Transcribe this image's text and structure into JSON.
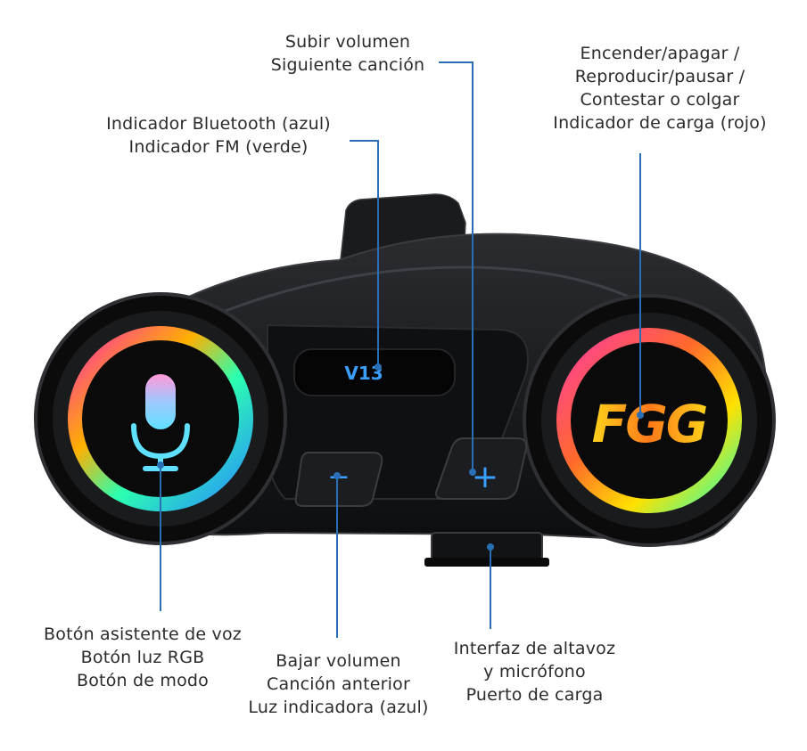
{
  "annotations": {
    "volume_up": [
      "Subir volumen",
      "Siguiente canción"
    ],
    "power": [
      "Encender/apagar /",
      "Reproducir/pausar /",
      "Contestar o colgar",
      "Indicador de carga (rojo)"
    ],
    "indicator": [
      "Indicador Bluetooth (azul)",
      "Indicador FM (verde)"
    ],
    "voice": [
      "Botón asistente de voz",
      "Botón luz RGB",
      "Botón de modo"
    ],
    "volume_down": [
      "Bajar volumen",
      "Canción anterior",
      "Luz indicadora (azul)"
    ],
    "speaker_port": [
      "Interfaz de altavoz",
      "y micrófono",
      "Puerto de carga"
    ]
  },
  "device": {
    "model_label": "V13",
    "logo_text": "FGG",
    "minus_symbol": "−",
    "plus_symbol": "+"
  },
  "colors": {
    "leader_line": "#2a6fb5",
    "body": "#151618",
    "button_symbol": "#3aa0ff"
  }
}
